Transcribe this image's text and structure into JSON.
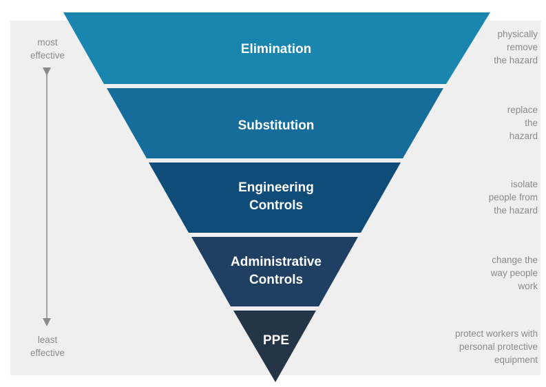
{
  "scale": {
    "top_label": [
      "most",
      "effective"
    ],
    "bottom_label": [
      "least",
      "effective"
    ]
  },
  "levels": [
    {
      "name": [
        "Elimination"
      ],
      "description": [
        "physically",
        "remove",
        "the hazard"
      ],
      "color": "#1a86b0"
    },
    {
      "name": [
        "Substitution"
      ],
      "description": [
        "replace",
        "the",
        "hazard"
      ],
      "color": "#166d9c"
    },
    {
      "name": [
        "Engineering",
        "Controls"
      ],
      "description": [
        "isolate",
        "people from",
        "the hazard"
      ],
      "color": "#0f4c78"
    },
    {
      "name": [
        "Administrative",
        "Controls"
      ],
      "description": [
        "change the",
        "way people",
        "work"
      ],
      "color": "#1f3f63"
    },
    {
      "name": [
        "PPE"
      ],
      "description": [
        "protect workers with",
        "personal protective",
        "equipment"
      ],
      "color": "#253548"
    }
  ]
}
